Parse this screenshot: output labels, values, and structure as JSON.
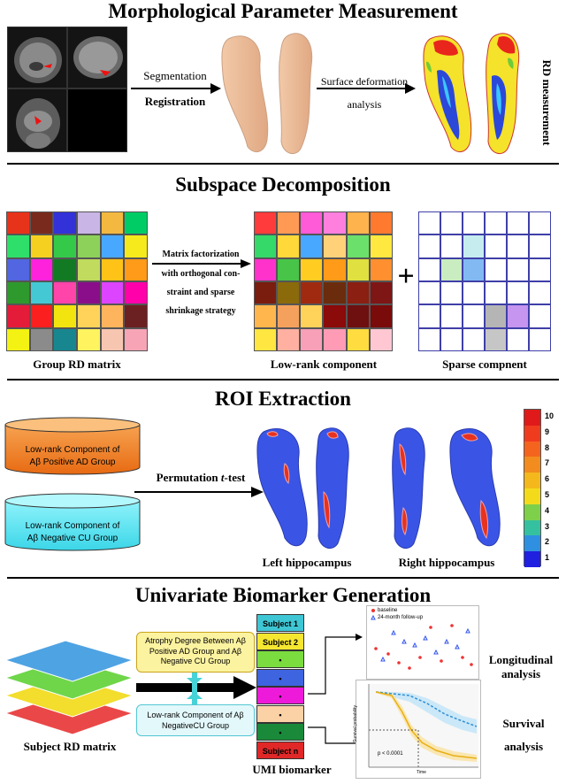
{
  "sections": {
    "morph": {
      "title": "Morphological Parameter Measurement",
      "seg_label": "Segmentation",
      "reg_label": "Registration",
      "deform_label_1": "Surface deformation",
      "deform_label_2": "analysis",
      "rd_label": "RD measurement"
    },
    "subspace": {
      "title": "Subspace Decomposition",
      "matrix_method": [
        "Matrix factorization",
        "with orthogonal con-",
        "straint and sparse",
        "shrinkage strategy"
      ],
      "plus": "+",
      "group_label": "Group RD matrix",
      "lowrank_label": "Low-rank component",
      "sparse_label": "Sparse compnent",
      "colors": {
        "group": [
          "#e8331b",
          "#7a2a1d",
          "#3232d8",
          "#c9b5e6",
          "#f3b840",
          "#00cc66",
          "#2ee06a",
          "#f5d020",
          "#35c94a",
          "#8dd15b",
          "#48a8ff",
          "#f6e91c",
          "#5166e0",
          "#ff22dd",
          "#127a22",
          "#c0db5e",
          "#ffc317",
          "#ff9b18",
          "#2e9a2e",
          "#44c8d4",
          "#ff44aa",
          "#8a0d8a",
          "#dd44ff",
          "#ff00aa",
          "#e51b3a",
          "#fc1f1f",
          "#f2e40f",
          "#ffd35a",
          "#fdb45c",
          "#6b2121",
          "#f3f213",
          "#8b8b8b",
          "#17868f",
          "#fff35f",
          "#f7c6b0",
          "#f7a4b6"
        ],
        "lowrank": [
          "#ff3b3b",
          "#ff9a55",
          "#ff5ad7",
          "#ff7fdf",
          "#ffb34c",
          "#ff7a2e",
          "#34d96a",
          "#ffd83a",
          "#48a8ff",
          "#ffd27a",
          "#6be06a",
          "#ffe840",
          "#ff33cc",
          "#48c448",
          "#ffcc22",
          "#ff9b18",
          "#e0e040",
          "#ff8f2f",
          "#7a1c0e",
          "#8a6a0a",
          "#a02a10",
          "#6b2c0d",
          "#8a1f12",
          "#7f1616",
          "#ffb74d",
          "#f4a15d",
          "#ffd25a",
          "#8b0a0a",
          "#6e1010",
          "#7a0b0b",
          "#ffe640",
          "#ffb0a0",
          "#f7a0b8",
          "#ff9bb5",
          "#ffdd40",
          "#ffc7d2"
        ],
        "sparse": [
          "#ffffff",
          "#ffffff",
          "#ffffff",
          "#ffffff",
          "#ffffff",
          "#ffffff",
          "#ffffff",
          "#ffffff",
          "#c6ecf0",
          "#ffffff",
          "#ffffff",
          "#ffffff",
          "#ffffff",
          "#c9ecc0",
          "#82b9f3",
          "#ffffff",
          "#ffffff",
          "#ffffff",
          "#ffffff",
          "#ffffff",
          "#ffffff",
          "#ffffff",
          "#ffffff",
          "#ffffff",
          "#ffffff",
          "#ffffff",
          "#ffffff",
          "#b5b5b5",
          "#c595ef",
          "#ffffff",
          "#ffffff",
          "#ffffff",
          "#ffffff",
          "#c6c6c6",
          "#ffffff",
          "#ffffff"
        ]
      }
    },
    "roi": {
      "title": "ROI Extraction",
      "cyl1": [
        "Low-rank Component of",
        "Aβ Positive AD Group"
      ],
      "cyl2": [
        "Low-rank Component of",
        "Aβ Negative CU Group"
      ],
      "test_prefix": "Permutation ",
      "test_italic": "t",
      "test_suffix": "-test",
      "left_label": "Left hippocampus",
      "right_label": "Right hippocampus",
      "colorbar": {
        "ticks": [
          "10",
          "9",
          "8",
          "7",
          "6",
          "5",
          "4",
          "3",
          "2",
          "1"
        ],
        "colors": [
          "#e01a1a",
          "#ef3c1f",
          "#f5641e",
          "#f28c1e",
          "#f5b81c",
          "#f3db1c",
          "#7ed04b",
          "#35c1a0",
          "#2f8fe0",
          "#2020e0"
        ]
      }
    },
    "umi": {
      "title": "Univariate Biomarker Generation",
      "box1": [
        "Atrophy Degree Between Aβ",
        "Positive AD Group and Aβ",
        "Negative CU Group"
      ],
      "box2": [
        "Low-rank Component of Aβ",
        "NegativeCU Group"
      ],
      "subject_rows": [
        {
          "label": "Subject 1",
          "color": "#3fc6d4"
        },
        {
          "label": "Subject 2",
          "color": "#f5e630"
        },
        {
          "label": "•",
          "color": "#7bdc3f"
        },
        {
          "label": "•",
          "color": "#3f64e0"
        },
        {
          "label": "•",
          "color": "#ee1ad9"
        },
        {
          "label": "•",
          "color": "#fbd1a6"
        },
        {
          "label": "•",
          "color": "#1a8a3a"
        },
        {
          "label": "Subject n",
          "color": "#e02828"
        }
      ],
      "layer_colors": [
        "#ea4848",
        "#f3dd2d",
        "#6fd64a",
        "#4ea3e3"
      ],
      "subject_rd_label": "Subject RD matrix",
      "umi_label": "UMI biomarker",
      "longitudinal": [
        "Longitudinal",
        "analysis"
      ],
      "survival": [
        "Survival",
        "analysis"
      ],
      "legend_baseline": "baseline",
      "legend_followup": "24-month follow-up",
      "pvalue": "p < 0.0001",
      "y_label": "Survival probability",
      "x_label": "Time"
    }
  }
}
